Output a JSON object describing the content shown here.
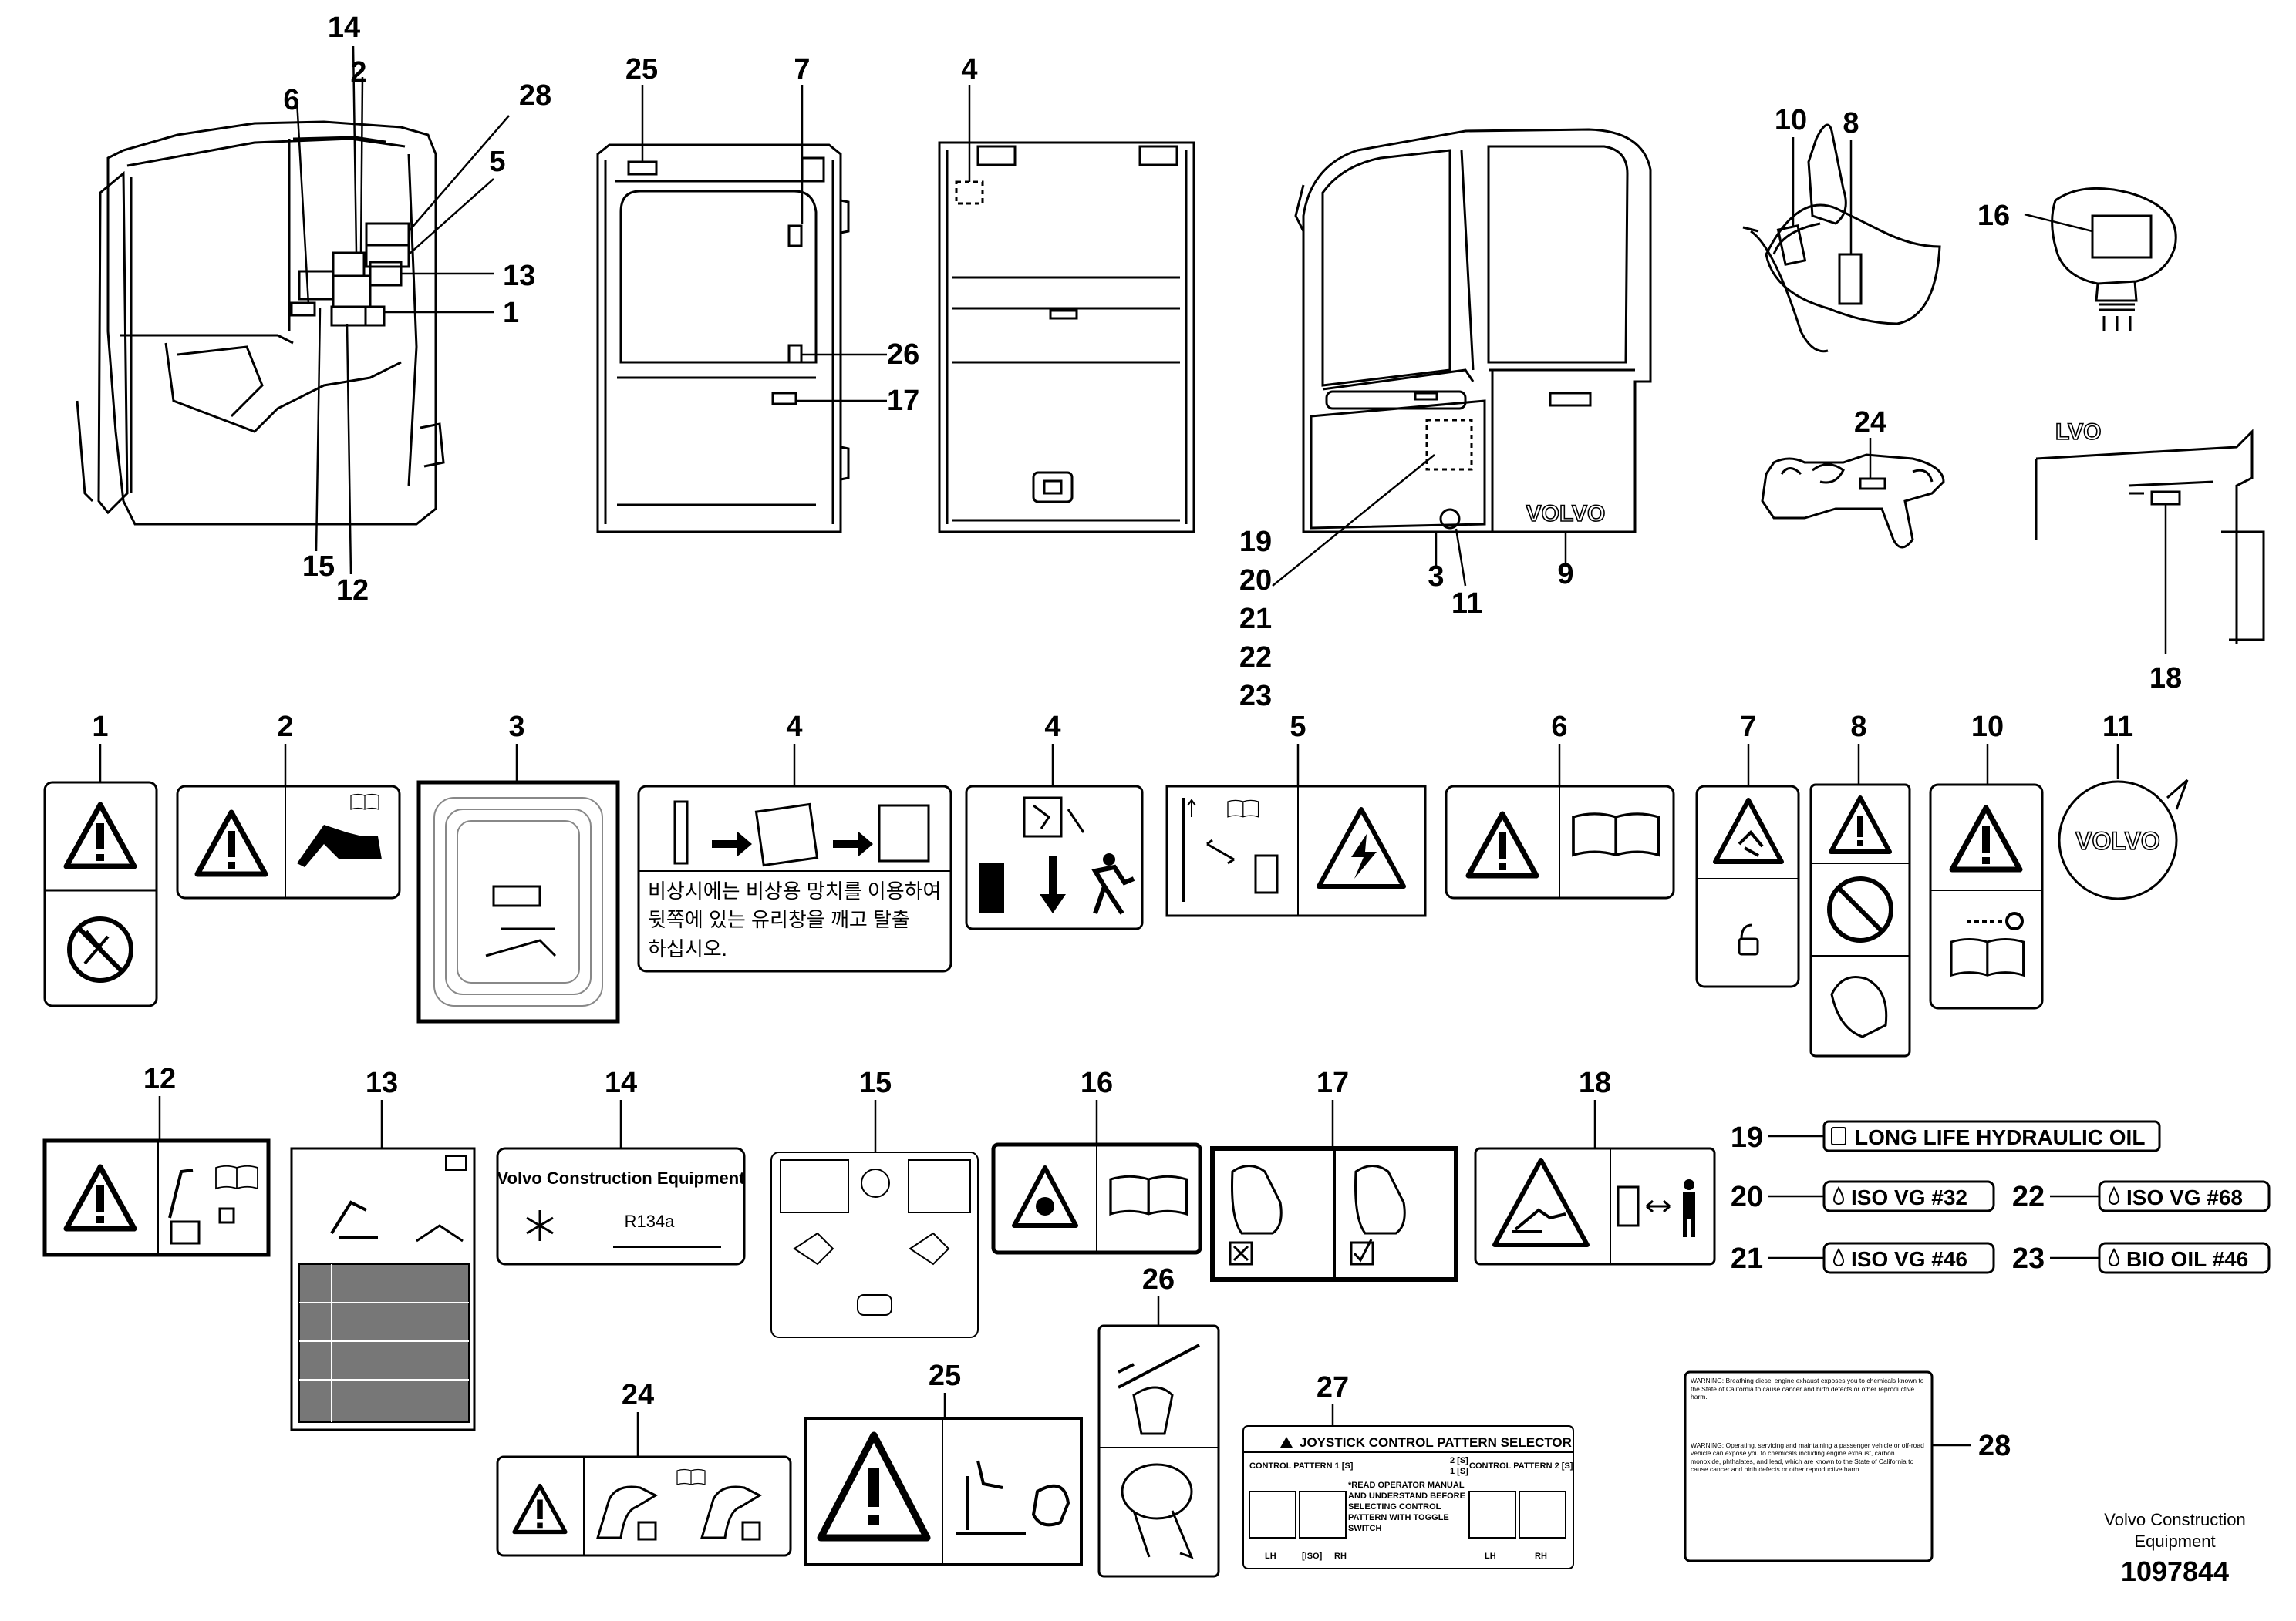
{
  "colors": {
    "ink": "#000000",
    "paper": "#ffffff",
    "grey": "#888888"
  },
  "callouts": {
    "n1": "1",
    "n2": "2",
    "n3": "3",
    "n4": "4",
    "n5": "5",
    "n6": "6",
    "n7": "7",
    "n8": "8",
    "n9": "9",
    "n10": "10",
    "n11": "11",
    "n12": "12",
    "n13": "13",
    "n14": "14",
    "n15": "15",
    "n16": "16",
    "n17": "17",
    "n18": "18",
    "n19": "19",
    "n20": "20",
    "n21": "21",
    "n22": "22",
    "n23": "23",
    "n24": "24",
    "n25": "25",
    "n26": "26",
    "n27": "27",
    "n28": "28"
  },
  "labels": {
    "decal4_korean_1": "비상시에는 비상용 망치를 이용하여",
    "decal4_korean_2": "뒷쪽에 있는 유리창을 깨고 탈출",
    "decal4_korean_3": "하십시오.",
    "brand_volvo": "VOLVO",
    "decal14_title": "Volvo Construction Equipment",
    "decal14_refrigerant": "R134a",
    "oil19": "LONG LIFE HYDRAULIC OIL",
    "oil20": "ISO VG #32",
    "oil21": "ISO VG #46",
    "oil22": "ISO VG #68",
    "oil23": "BIO OIL #46",
    "decal27_title": "JOYSTICK CONTROL PATTERN SELECTOR",
    "decal27_pattern1": "CONTROL PATTERN 1 [S]",
    "decal27_pattern2": "CONTROL PATTERN 2 [S]",
    "decal27_mode2": "2 [S]",
    "decal27_mode1": "1 [S]",
    "decal27_note": "*READ OPERATOR MANUAL AND UNDERSTAND BEFORE SELECTING CONTROL PATTERN WITH TOGGLE SWITCH",
    "decal27_lh": "LH",
    "decal27_iso": "[ISO]",
    "decal27_rh": "RH",
    "decal18_logo_fragment": "LVO",
    "decal28_warning_1": "WARNING: Breathing diesel engine exhaust exposes you to chemicals known to the State of California to cause cancer and birth defects or other reproductive harm.",
    "decal28_warning_2": "WARNING: Operating, servicing and maintaining a passenger vehicle or off-road vehicle can expose you to chemicals including engine exhaust, carbon monoxide, phthalates, and lead, which are known to the State of California to cause cancer and birth defects or other reproductive harm."
  },
  "footer": {
    "brand_line1": "Volvo Construction",
    "brand_line2": "Equipment",
    "doc_number": "1097844"
  }
}
